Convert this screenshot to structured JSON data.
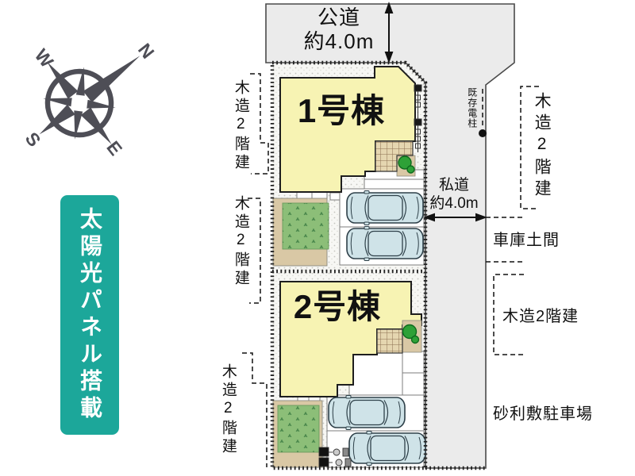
{
  "plan": {
    "roads": {
      "public": {
        "name": "公道",
        "width": "約4.0m"
      },
      "private": {
        "name": "私道",
        "width": "約4.0m"
      }
    },
    "buildings": {
      "b1": "1号棟",
      "b2": "2号棟"
    },
    "neighbors": {
      "left1": "木造2階建",
      "left2": "木造2階建",
      "left3": "木造2階建",
      "right_upper": "木造2階建",
      "garage": "車庫土間",
      "right_mid": "木造2階建",
      "gravel": "砂利敷駐車場",
      "pole": "既存電柱"
    },
    "banner": "太陽光パネル搭載",
    "compass": {
      "n": "N",
      "e": "E",
      "s": "S",
      "w": "W"
    },
    "colors": {
      "teal": "#1ca79a",
      "building": "#f7f3b3",
      "road": "#ebebeb",
      "grass": "#8cbe78",
      "tan": "#d9c8a5",
      "car": "#cfe3e8",
      "compass": "#4e4e56",
      "tree": "#2ea137",
      "ink": "#111111"
    }
  }
}
